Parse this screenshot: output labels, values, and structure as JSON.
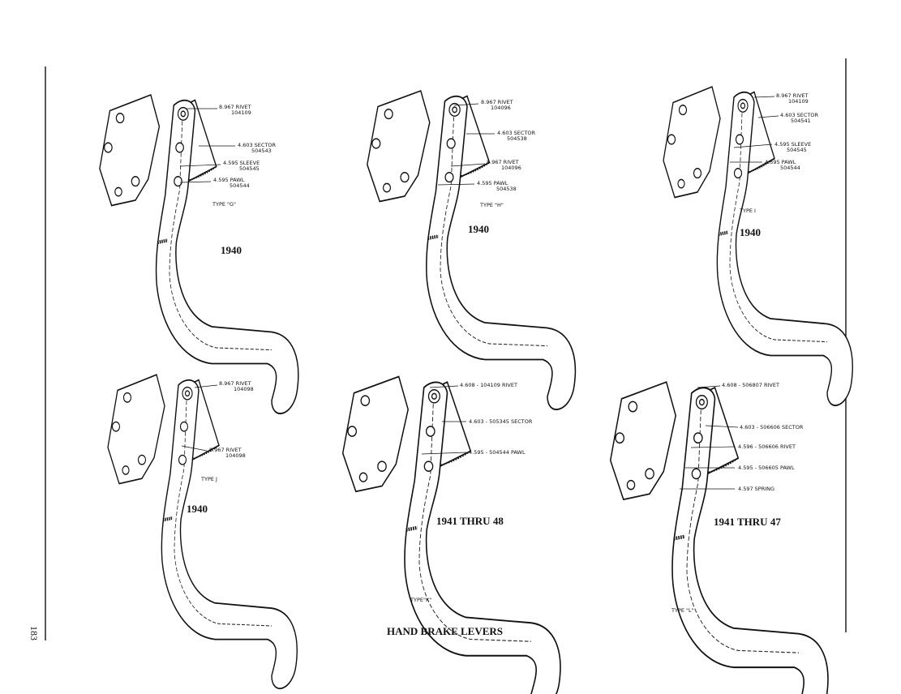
{
  "page_number": "183",
  "caption": "HAND BRAKE LEVERS",
  "figures": [
    {
      "id": "type-g",
      "type_label": "TYPE \"G\"",
      "year": "1940",
      "callouts": [
        {
          "line1": "8.967  RIVET",
          "line2": "104109"
        },
        {
          "line1": "4.603  SECTOR",
          "line2": "504543"
        },
        {
          "line1": "4.595  SLEEVE",
          "line2": "504545"
        },
        {
          "line1": "4.595  PAWL",
          "line2": "504544"
        }
      ]
    },
    {
      "id": "type-h",
      "type_label": "TYPE \"H\"",
      "year": "1940",
      "callouts": [
        {
          "line1": "8.967  RIVET",
          "line2": "104096"
        },
        {
          "line1": "4.603  SECTOR",
          "line2": "504538"
        },
        {
          "line1": "8.967  RIVET",
          "line2": "104096"
        },
        {
          "line1": "4.595  PAWL",
          "line2": "504538"
        }
      ]
    },
    {
      "id": "type-i",
      "type_label": "TYPE  I",
      "year": "1940",
      "callouts": [
        {
          "line1": "8.967  RIVET",
          "line2": "104109"
        },
        {
          "line1": "4.603  SECTOR",
          "line2": "504541"
        },
        {
          "line1": "4.595  SLEEVE",
          "line2": "504545"
        },
        {
          "line1": "4.595  PAWL",
          "line2": "504544"
        }
      ]
    },
    {
      "id": "type-j",
      "type_label": "TYPE  J",
      "year": "1940",
      "callouts": [
        {
          "line1": "8.967  RIVET",
          "line2": "104098"
        },
        {
          "line1": "8.967  RIVET",
          "line2": "104098"
        }
      ]
    },
    {
      "id": "type-k",
      "type_label": "TYPE\"K\"",
      "year": "1941 THRU 48",
      "callouts": [
        {
          "line1": "4.608 - 104109  RIVET",
          "line2": ""
        },
        {
          "line1": "4.603 - 505345  SECTOR",
          "line2": ""
        },
        {
          "line1": "4.595 - 504544  PAWL",
          "line2": ""
        }
      ]
    },
    {
      "id": "type-l",
      "type_label": "TYPE \"L\"",
      "year": "1941 THRU 47",
      "callouts": [
        {
          "line1": "4.608 - 506807  RIVET",
          "line2": ""
        },
        {
          "line1": "4.603 - 506606  SECTOR",
          "line2": ""
        },
        {
          "line1": "4.596 - 506606  RIVET",
          "line2": ""
        },
        {
          "line1": "4.595 - 506605  PAWL",
          "line2": ""
        },
        {
          "line1": "4.597  SPRING",
          "line2": ""
        }
      ]
    }
  ]
}
